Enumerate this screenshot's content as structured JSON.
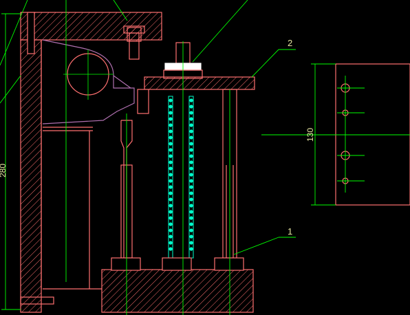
{
  "colors": {
    "background": "#000000",
    "outline": "#ff7070",
    "leader": "#00ff00",
    "text": "#e6e6a0",
    "bead": "#00ffcc",
    "hatch": "#ff7070"
  },
  "labels": {
    "item_1": "1",
    "item_2": "2"
  },
  "dimensions": {
    "overall_height": "280",
    "side_view_height": "130"
  }
}
